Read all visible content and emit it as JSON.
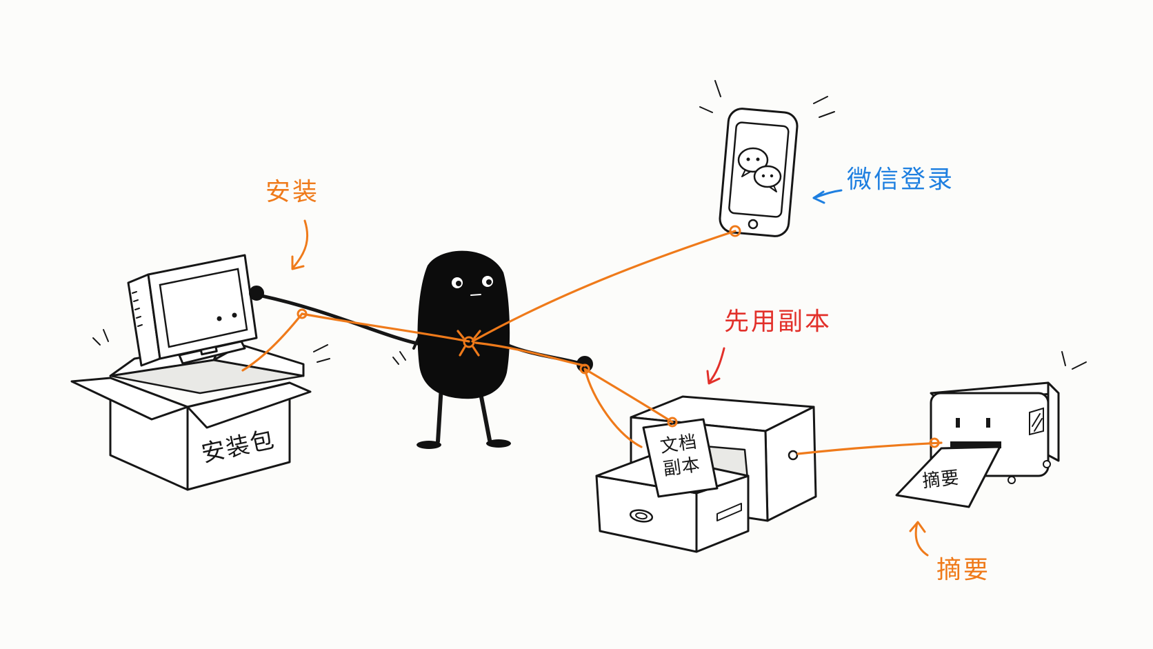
{
  "colors": {
    "ink": "#161616",
    "string": "#ef7a1a",
    "label_orange": "#ef7a1a",
    "label_red": "#e2302a",
    "label_blue": "#1e7fe0",
    "background": "#fcfcfa"
  },
  "labels": {
    "install": "安装",
    "wechat_login": "微信登录",
    "use_copy_first": "先用副本",
    "summary": "摘要"
  },
  "box": {
    "text": "安装包"
  },
  "document": {
    "line1": "文档",
    "line2": "副本"
  },
  "printout": {
    "text": "摘要"
  },
  "icons": {
    "phone": "wechat-icon",
    "computer": "monitor-icon",
    "box": "package-box-icon",
    "cabinet": "filing-cabinet-icon",
    "printer": "printer-icon",
    "character": "blob-character"
  }
}
